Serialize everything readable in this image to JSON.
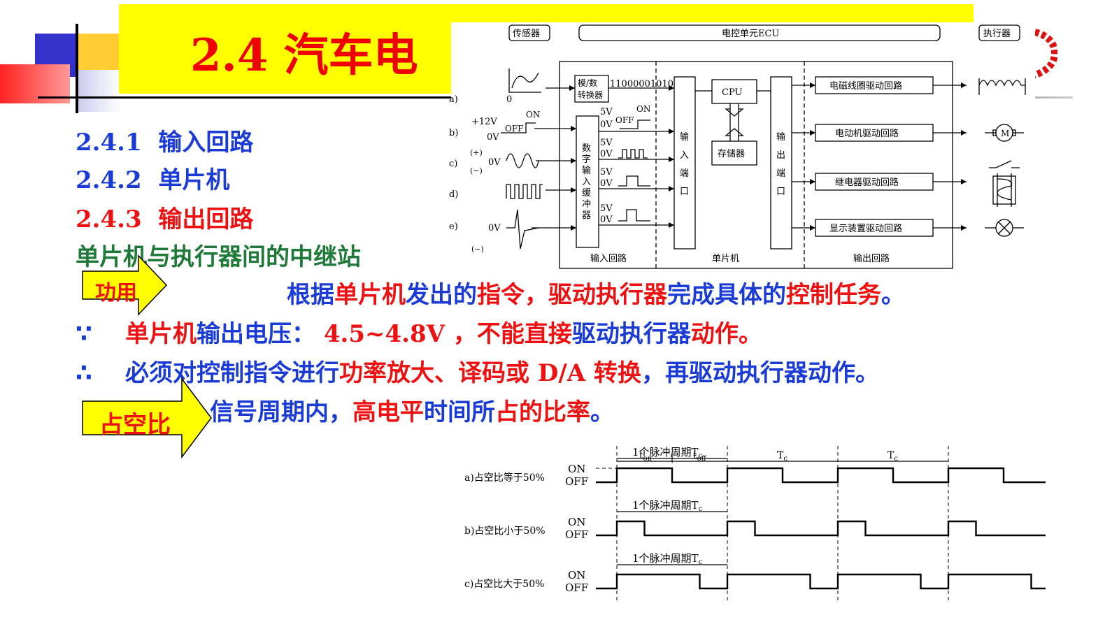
{
  "title": "2.4  汽车电",
  "sections": [
    {
      "num": "2.4.1",
      "label": "输入回路",
      "color": "#1a3bd6"
    },
    {
      "num": "2.4.2",
      "label": "单片机",
      "color": "#1a3bd6"
    },
    {
      "num": "2.4.3",
      "label": "输出回路",
      "color": "#ee1111"
    }
  ],
  "relay_heading": "单片机与执行器间的中继站",
  "function": {
    "arrow_label": "功用",
    "segments": [
      {
        "text": "根据",
        "color": "#1a3bd6"
      },
      {
        "text": "单片机",
        "color": "#ee1111"
      },
      {
        "text": "发出的",
        "color": "#1a3bd6"
      },
      {
        "text": "指令，驱动执行器",
        "color": "#ee1111"
      },
      {
        "text": "完成具体的",
        "color": "#1a3bd6"
      },
      {
        "text": "控制任务",
        "color": "#ee1111"
      },
      {
        "text": "。",
        "color": "#1a3bd6"
      }
    ]
  },
  "because": {
    "symbol": "∵",
    "segments": [
      {
        "text": "单片机",
        "color": "#ee1111"
      },
      {
        "text": "输出电压：",
        "color": "#1a3bd6"
      },
      {
        "text": "4.5~4.8V",
        "color": "#ee1111"
      },
      {
        "text": "，不能直接",
        "color": "#ee1111"
      },
      {
        "text": "驱动执行器",
        "color": "#1a3bd6"
      },
      {
        "text": "动作。",
        "color": "#ee1111"
      }
    ]
  },
  "therefore": {
    "symbol": "∴",
    "segments": [
      {
        "text": "必须对控制指令进行",
        "color": "#1a3bd6"
      },
      {
        "text": "功率放大、译码或",
        "color": "#ee1111"
      },
      {
        "text": "D/A",
        "color": "#ee1111"
      },
      {
        "text": "转换",
        "color": "#ee1111"
      },
      {
        "text": "，再驱动执行器动作。",
        "color": "#1a3bd6"
      }
    ]
  },
  "duty": {
    "arrow_label": "占空比",
    "segments": [
      {
        "text": "信号周期内，",
        "color": "#1a3bd6"
      },
      {
        "text": "高电平",
        "color": "#ee1111"
      },
      {
        "text": "时间所",
        "color": "#1a3bd6"
      },
      {
        "text": "占的比率",
        "color": "#ee1111"
      },
      {
        "text": "。",
        "color": "#1a3bd6"
      }
    ]
  },
  "ecu_diagram": {
    "sensor_label": "传感器",
    "ecu_label": "电控单元ECU",
    "actuator_label": "执行器",
    "adc_label_1": "模/数",
    "adc_label_2": "转换器",
    "binary": "11000001010",
    "buffer_label": "数字输入缓冲器",
    "input_port": "输入端口",
    "cpu": "CPU",
    "memory": "存储器",
    "output_port": "输出端口",
    "drivers": [
      "电磁线圈驱动回路",
      "电动机驱动回路",
      "继电器驱动回路",
      "显示装置驱动回路"
    ],
    "bottom_labels": [
      "输入回路",
      "单片机",
      "输出回路"
    ],
    "row_letters": [
      "a)",
      "b)",
      "c)",
      "d)",
      "e)"
    ],
    "v12": "+12V",
    "v0": "0V",
    "v5": "5V",
    "on": "ON",
    "off": "OFF",
    "zero": "0",
    "plus": "(+)",
    "minus": "(−)",
    "motor": "M"
  },
  "duty_diagram": {
    "period_label": "1个脉冲周期T",
    "period_sub": "c",
    "ton": "t",
    "ton_sub": "on",
    "toff": "t",
    "toff_sub": "off",
    "tc": "T",
    "tc_sub": "c",
    "rows": [
      {
        "label": "a)占空比等于50%",
        "duty": 0.5
      },
      {
        "label": "b)占空比小于50%",
        "duty": 0.25
      },
      {
        "label": "c)占空比大于50%",
        "duty": 0.75
      }
    ],
    "on": "ON",
    "off": "OFF"
  }
}
